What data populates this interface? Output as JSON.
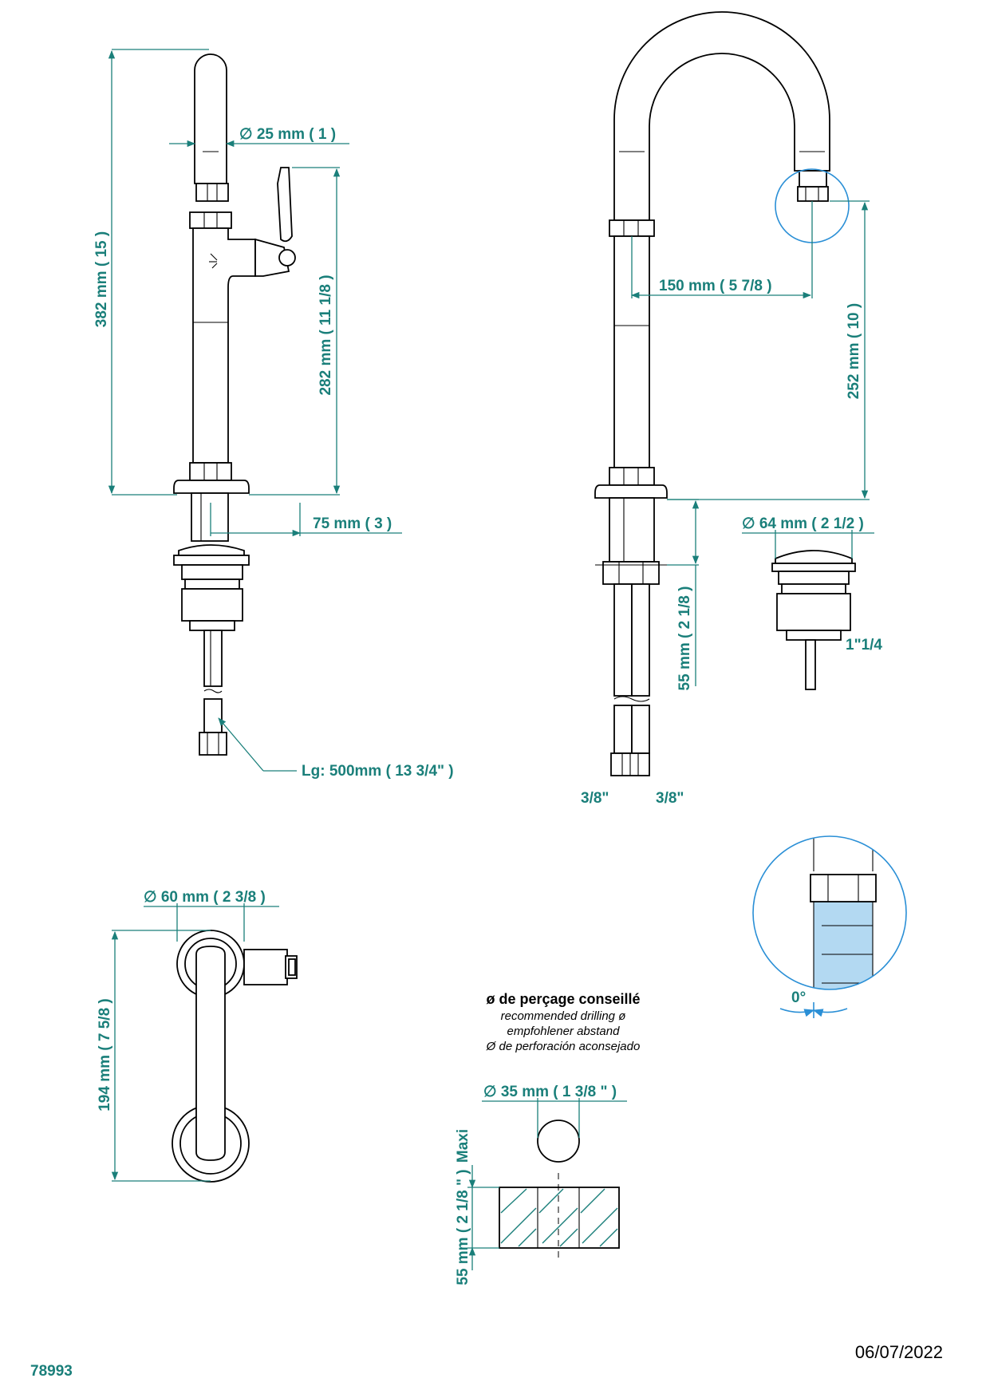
{
  "dims": {
    "d25": "∅  25 mm  (  1  )",
    "h382": "382 mm  (  15  )",
    "h282": "282 mm  (  11 1/8  )",
    "w75": "75 mm  (  3  )",
    "lg": "Lg: 500mm   ( 13 3/4\" )",
    "w150": "150 mm  (  5 7/8  )",
    "h252": "252 mm  (  10  )",
    "d64": "∅  64 mm  (  2 1/2  )",
    "h55": "55 mm  (  2 1/8  )",
    "thread_waste": "1\"1/4",
    "thread_left": "3/8\"",
    "thread_right": "3/8\"",
    "angle": "0°",
    "d60": "∅  60 mm  (  2 3/8  )",
    "h194": "194 mm  (  7 5/8  )",
    "d35": "∅  35 mm  (  1 3/8 \" )",
    "maxi": "Maxi",
    "h55b": "55 mm  (  2 1/8 \"  )"
  },
  "drilling": {
    "title": "ø de perçage conseillé",
    "en": "recommended drilling ø",
    "de": "empfohlener abstand",
    "es": "Ø de perforación aconsejado"
  },
  "footer": {
    "ref": "78993",
    "date": "06/07/2022"
  },
  "colors": {
    "dimension": "#1a7f7a",
    "highlight": "#2a8fd6",
    "fill_highlight": "#b3d9f2"
  }
}
